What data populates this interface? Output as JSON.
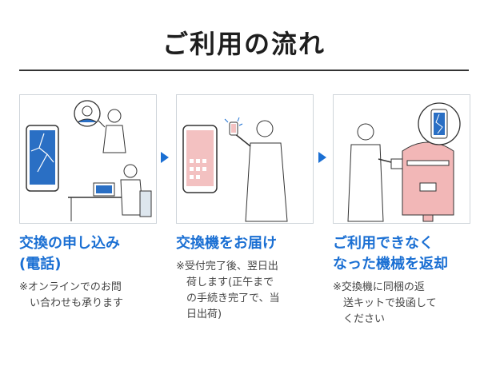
{
  "header": {
    "title": "ご利用の流れ"
  },
  "steps": [
    {
      "title": "交換の申し込み\n(電話)",
      "note": "※オンラインでのお問\n　い合わせも承ります"
    },
    {
      "title": "交換機をお届け",
      "note": "※受付完了後、翌日出\n　荷します(正午まで\n　の手続き完了で、当\n　日出荷)"
    },
    {
      "title": "ご利用できなく\nなった機械を返却",
      "note": "※交換機に同梱の返\n　送キットで投函して\n　ください"
    }
  ],
  "icons": [
    "broken-phone-icon",
    "new-phone-icon",
    "mailbox-icon"
  ],
  "colors": {
    "accent": "#1a6fd3",
    "panel_border": "#cfd5da",
    "phone_screen": "#2a6fc4",
    "mailbox": "#f2b7b7"
  }
}
